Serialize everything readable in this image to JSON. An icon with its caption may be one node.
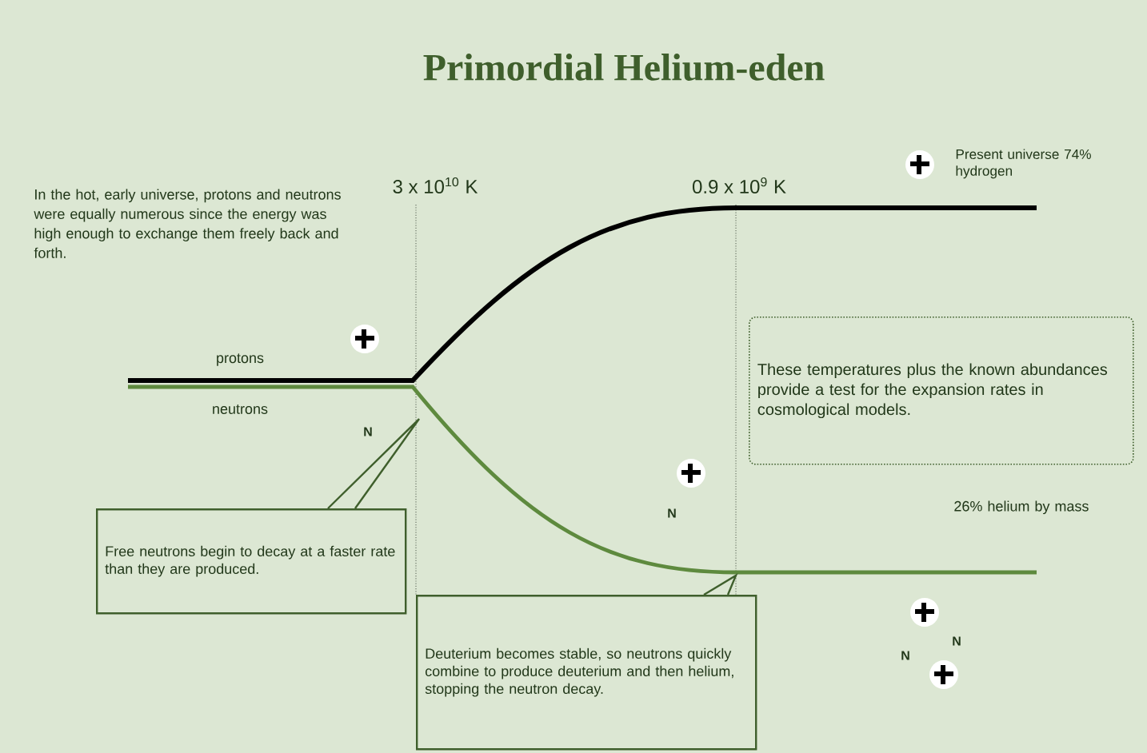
{
  "diagram": {
    "title": "Primordial Helium-eden",
    "nodes": [
      {
        "text": [
          "Free neutrons begin to decay at a faster rate than they are produced."
        ]
      },
      {
        "text": [
          "Deuterium becomes stable, so neutrons quickly combine to produce deuterium and then helium, stopping the neutron decay."
        ]
      },
      {
        "text": [
          "These temperatures plus the known abundances provide a test for the expansion rates in cosmological models."
        ]
      }
    ],
    "labels": [
      "In the hot, early universe, protons and neutrons were equally numerous since the energy was high enough to exchange them freely back and forth.",
      "3 x 10$^{10}$ K",
      "0.9 x 10$^{9}$ K",
      "Present universe 74% hydrogen",
      "protons",
      "neutrons",
      "N",
      "N",
      "26% helium by mass",
      "N",
      "N"
    ]
  }
}
